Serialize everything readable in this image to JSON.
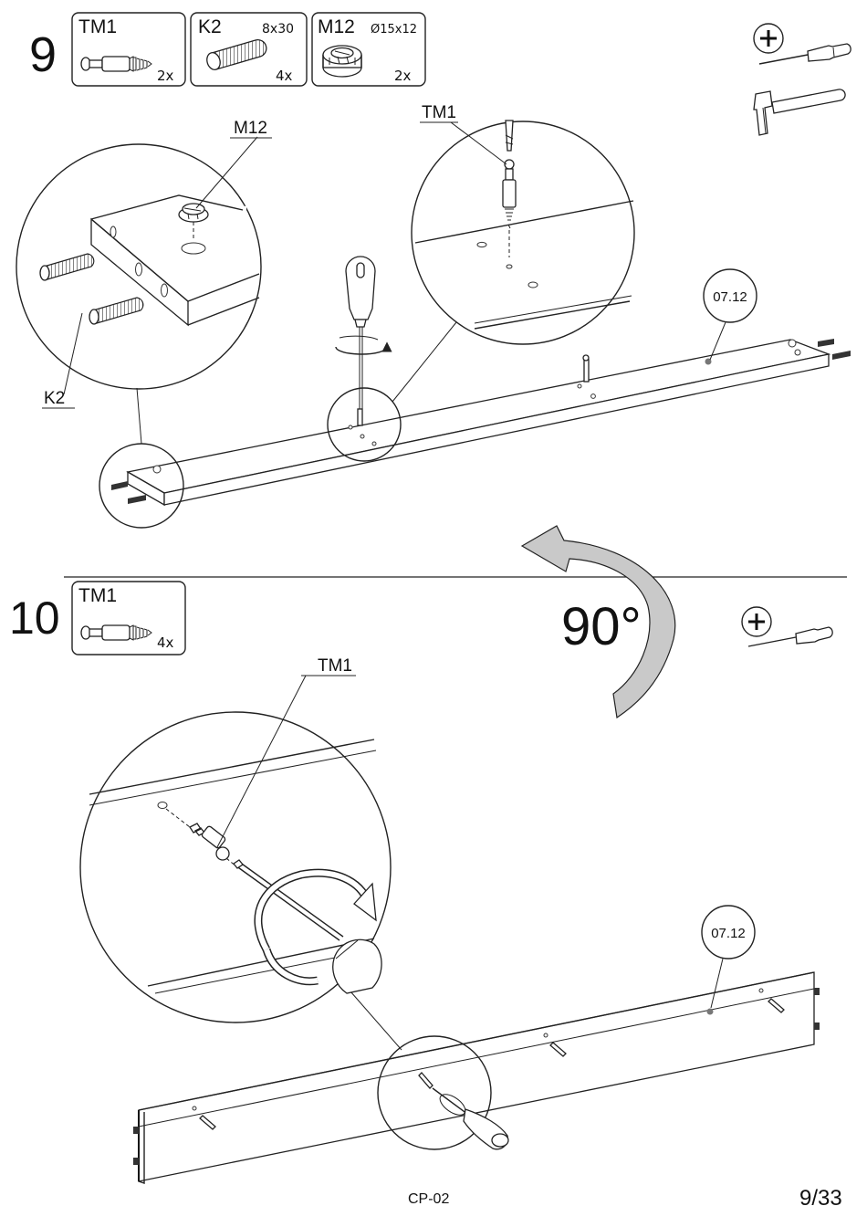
{
  "step9": {
    "number": "9",
    "parts": [
      {
        "code": "TM1",
        "size": "",
        "qty": "2x"
      },
      {
        "code": "K2",
        "size": "8x30",
        "qty": "4x"
      },
      {
        "code": "M12",
        "size": "Ø15x12",
        "qty": "2x"
      }
    ],
    "callouts": {
      "m12": "M12",
      "tm1": "TM1",
      "k2": "K2",
      "ref": "07.12"
    },
    "tools": [
      "phillips-screwdriver-icon",
      "hammer-icon"
    ]
  },
  "rotation": {
    "label": "90°"
  },
  "step10": {
    "number": "10",
    "parts": [
      {
        "code": "TM1",
        "size": "",
        "qty": "4x"
      }
    ],
    "callouts": {
      "tm1": "TM1",
      "ref": "07.12"
    },
    "tools": [
      "phillips-screwdriver-icon"
    ]
  },
  "footer": {
    "code": "CP-02",
    "page": "9/33"
  }
}
